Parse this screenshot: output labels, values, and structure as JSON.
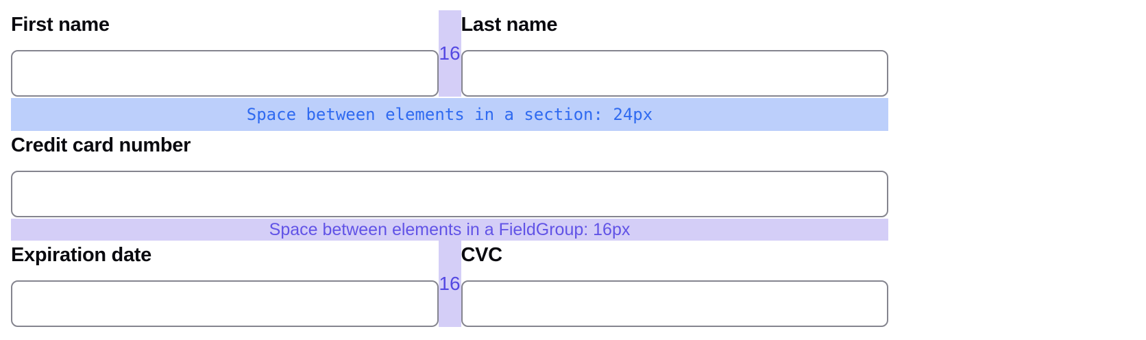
{
  "form": {
    "fields": [
      {
        "id": "first-name",
        "label": "First name",
        "value": "",
        "placeholder": ""
      },
      {
        "id": "last-name",
        "label": "Last name",
        "value": "",
        "placeholder": ""
      },
      {
        "id": "credit-card-number",
        "label": "Credit card number",
        "value": "",
        "placeholder": ""
      },
      {
        "id": "expiration-date",
        "label": "Expiration date",
        "value": "",
        "placeholder": ""
      },
      {
        "id": "cvc",
        "label": "CVC",
        "value": "",
        "placeholder": ""
      }
    ]
  },
  "spacing_annotations": {
    "section_band_label": "Space between elements in a section: 24px",
    "fieldgroup_band_label": "Space between elements in a FieldGroup: 16px",
    "column_gap_value": "16"
  },
  "colors": {
    "page-bg": "#ffffff",
    "label-color": "#0a0a0f",
    "input-border": "#84848e",
    "section-band-bg": "#bccffb",
    "section-band-text": "#2f6af0",
    "fieldgroup-band-bg": "#d4cef7",
    "fieldgroup-band-text": "#6153e6",
    "gap-bg": "#d4cef7",
    "gap-text": "#5348e2"
  }
}
